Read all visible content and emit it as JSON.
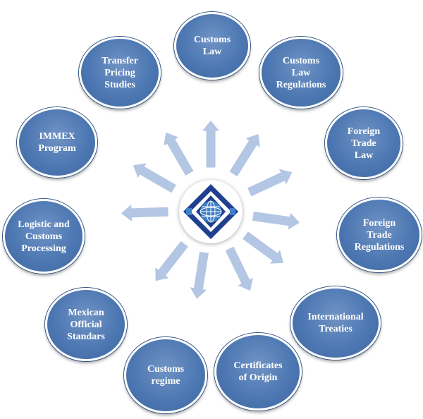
{
  "colors": {
    "node_fill": "#4e78b3",
    "arrow_fill": "#b3c6e3",
    "logo_blue": "#1f3f8f",
    "logo_light": "#3f7fc8"
  },
  "center": {
    "icon": "globe-emblem-logo"
  },
  "nodes": [
    {
      "label": "Customs\nLaw"
    },
    {
      "label": "Customs\nLaw\nRegulations"
    },
    {
      "label": "Foreign\nTrade\nLaw"
    },
    {
      "label": "Foreign\nTrade\nRegulations"
    },
    {
      "label": "International\nTreaties"
    },
    {
      "label": "Certificates\nof Origin"
    },
    {
      "label": "Customs\nregime"
    },
    {
      "label": "Mexican\nOfficial\nStandars"
    },
    {
      "label": "Logistic and\nCustoms\nProcessing"
    },
    {
      "label": "IMMEX\nProgram"
    },
    {
      "label": "Transfer\nPricing\nStudies"
    }
  ]
}
